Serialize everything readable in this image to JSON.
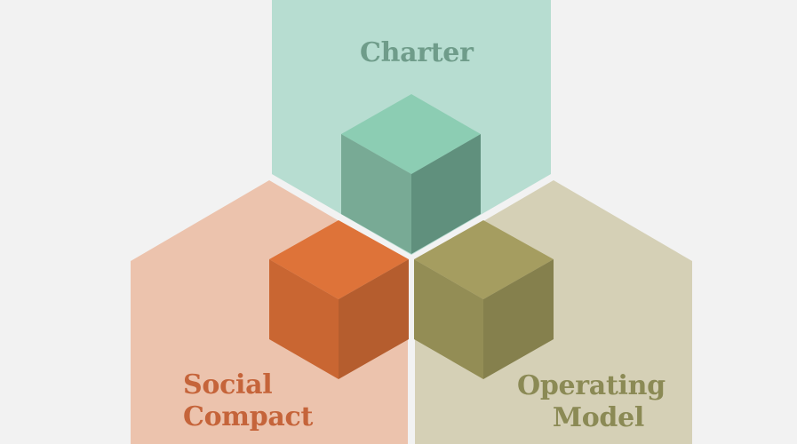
{
  "colors": {
    "background": "#f2f2f2",
    "charter_hex": "#b7ddd1",
    "charter_text": "#6f9c8a",
    "charter_cube_top": "#8ccdb3",
    "charter_cube_left": "#78aa95",
    "charter_cube_right": "#60907d",
    "social_hex": "#ecc3ad",
    "social_text": "#c5643a",
    "social_cube_top": "#de7339",
    "social_cube_left": "#c96632",
    "social_cube_right": "#b55d2e",
    "operating_hex": "#d5d0b6",
    "operating_text": "#8b8a55",
    "operating_cube_top": "#a59d60",
    "operating_cube_left": "#938d55",
    "operating_cube_right": "#85804d"
  },
  "nodes": {
    "charter": {
      "label": "Charter",
      "icon": "cube-icon"
    },
    "social": {
      "line1": "Social",
      "line2": "Compact",
      "icon": "cube-icon"
    },
    "operating": {
      "line1": "Operating",
      "line2": "Model",
      "icon": "cube-icon"
    }
  }
}
